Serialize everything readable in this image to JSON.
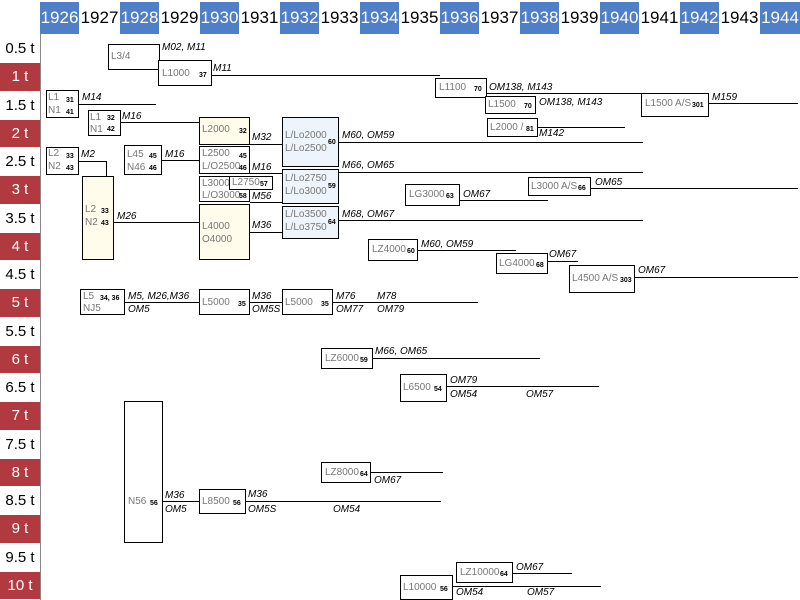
{
  "years": [
    "1926",
    "1927",
    "1928",
    "1929",
    "1930",
    "1931",
    "1932",
    "1933",
    "1934",
    "1935",
    "1936",
    "1937",
    "1938",
    "1939",
    "1940",
    "1941",
    "1942",
    "1943",
    "1944"
  ],
  "tonnage": [
    "0.5 t",
    "1 t",
    "1.5 t",
    "2 t",
    "2.5 t",
    "3 t",
    "3.5 t",
    "4 t",
    "4.5 t",
    "5 t",
    "5.5 t",
    "6 t",
    "6.5 t",
    "7 t",
    "7.5 t",
    "8 t",
    "8.5 t",
    "9 t",
    "9.5 t",
    "10 t"
  ],
  "models": [
    {
      "id": "l34",
      "label": "L3/4",
      "nums": "",
      "notes": [
        "M02, M11"
      ]
    },
    {
      "id": "l1000",
      "label": "L1000",
      "nums": "37",
      "notes": [
        "M11"
      ]
    },
    {
      "id": "l1",
      "label": "L1",
      "label2": "N1",
      "nums": "31",
      "nums2": "41",
      "notes": [
        "M14"
      ]
    },
    {
      "id": "l1b",
      "label": "L1",
      "label2": "N1",
      "nums": "32",
      "nums2": "42",
      "notes": [
        "M16"
      ]
    },
    {
      "id": "l2",
      "label": "L2",
      "label2": "N2",
      "nums": "33",
      "nums2": "43",
      "notes": [
        "M2"
      ]
    },
    {
      "id": "l45",
      "label": "L45",
      "label2": "N46",
      "nums": "45",
      "nums2": "46",
      "notes": [
        "M16"
      ]
    },
    {
      "id": "l2n2b",
      "label": "L2",
      "label2": "N2",
      "nums": "33",
      "nums2": "43",
      "notes": [
        "M26"
      ]
    },
    {
      "id": "l2000",
      "label": "L2000",
      "nums": "32",
      "notes": [
        "M32"
      ]
    },
    {
      "id": "l2500",
      "label": "L2500",
      "label2": "L/O2500",
      "nums": "45",
      "nums2": "46",
      "notes": [
        "M16"
      ]
    },
    {
      "id": "l3000",
      "label": "L3000",
      "label2": "L/O3000",
      "nums": "58",
      "notes": [
        "M56"
      ]
    },
    {
      "id": "l2750",
      "label": "L2750",
      "nums": "57",
      "notes": []
    },
    {
      "id": "l4000",
      "label": "L4000",
      "label2": "O4000",
      "nums": "",
      "notes": [
        "M36"
      ]
    },
    {
      "id": "llo2000",
      "label": "L/Lo2000",
      "label2": "L/Lo2500",
      "nums": "60",
      "notes": [
        "M60, OM59",
        "M66, OM65"
      ]
    },
    {
      "id": "llo2750",
      "label": "L/Lo2750",
      "label2": "L/Lo3000",
      "nums": "59",
      "notes": []
    },
    {
      "id": "llo3500",
      "label": "L/Lo3500",
      "label2": "L/Lo3750",
      "nums": "64",
      "notes": [
        "M68, OM67"
      ]
    },
    {
      "id": "l5",
      "label": "L5",
      "label2": "NJ5",
      "nums": "34, 36",
      "notes": [
        "M5, M26,M36",
        "OM5"
      ]
    },
    {
      "id": "l5000a",
      "label": "L5000",
      "nums": "35",
      "notes": [
        "M36",
        "OM5S"
      ]
    },
    {
      "id": "l5000b",
      "label": "L5000",
      "nums": "35",
      "notes": [
        "M76",
        "OM77",
        "M78",
        "OM79"
      ]
    },
    {
      "id": "l1100",
      "label": "L1100",
      "nums": "70",
      "notes": [
        "OM138, M143"
      ]
    },
    {
      "id": "l1500",
      "label": "L1500",
      "nums": "70",
      "notes": [
        "OM138, M143"
      ]
    },
    {
      "id": "l1500as",
      "label": "L1500 A/S",
      "nums": "301",
      "notes": [
        "M159"
      ]
    },
    {
      "id": "l2000b",
      "label": "L2000 /",
      "nums": "81",
      "notes": [
        "M142"
      ]
    },
    {
      "id": "lg3000",
      "label": "LG3000",
      "nums": "63",
      "notes": [
        "OM67"
      ]
    },
    {
      "id": "l3000as",
      "label": "L3000 A/S",
      "nums": "66",
      "notes": [
        "OM65"
      ]
    },
    {
      "id": "lz4000",
      "label": "LZ4000",
      "nums": "60",
      "notes": [
        "M60, OM59"
      ]
    },
    {
      "id": "lg4000",
      "label": "LG4000",
      "nums": "68",
      "notes": [
        "OM67"
      ]
    },
    {
      "id": "l4500as",
      "label": "L4500 A/S",
      "nums": "303",
      "notes": [
        "OM67"
      ]
    },
    {
      "id": "lz6000",
      "label": "LZ6000",
      "nums": "59",
      "notes": [
        "M66, OM65"
      ]
    },
    {
      "id": "l6500",
      "label": "L6500",
      "nums": "54",
      "notes": [
        "OM79",
        "OM54",
        "OM57"
      ]
    },
    {
      "id": "n56",
      "label": "N56",
      "nums": "56",
      "notes": [
        "M36",
        "OM5"
      ]
    },
    {
      "id": "l8500",
      "label": "L8500",
      "nums": "56",
      "notes": [
        "M36",
        "OM5S",
        "OM54"
      ]
    },
    {
      "id": "lz8000",
      "label": "LZ8000",
      "nums": "64",
      "notes": [
        "OM67"
      ]
    },
    {
      "id": "lz10000",
      "label": "LZ10000",
      "nums": "64",
      "notes": [
        "OM67"
      ]
    },
    {
      "id": "l10000",
      "label": "L10000",
      "nums": "56",
      "notes": [
        "OM54",
        "OM57"
      ]
    }
  ]
}
